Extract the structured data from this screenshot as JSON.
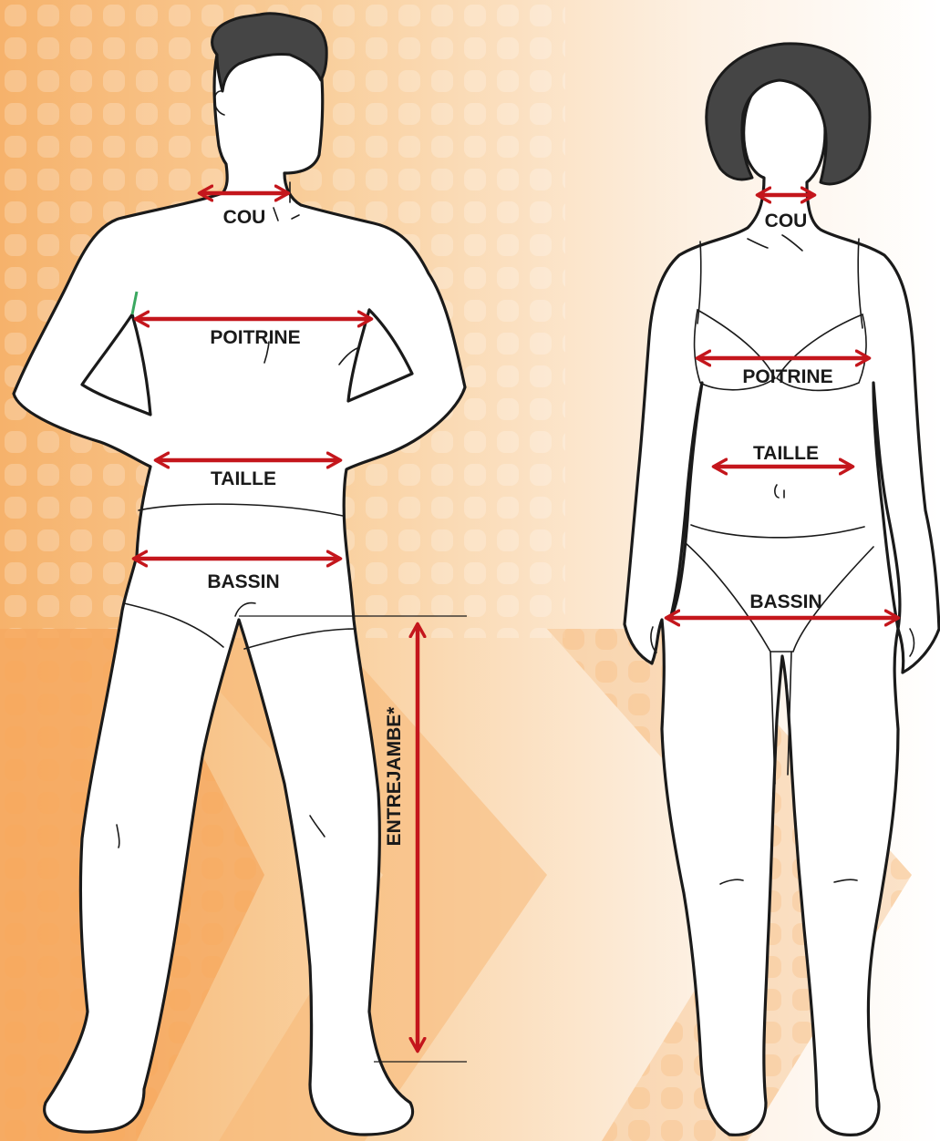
{
  "colors": {
    "arrow": "#c4161c",
    "outline": "#1a1a1a",
    "hair": "#454545",
    "background_warm": "#f6b26b",
    "background_light": "#fdf1e4"
  },
  "man": {
    "labels": {
      "neck": "COU",
      "chest": "POITRINE",
      "waist": "TAILLE",
      "hips": "BASSIN",
      "inseam": "ENTREJAMBE*"
    }
  },
  "woman": {
    "labels": {
      "neck": "COU",
      "chest": "POITRINE",
      "waist": "TAILLE",
      "hips": "BASSIN"
    }
  }
}
